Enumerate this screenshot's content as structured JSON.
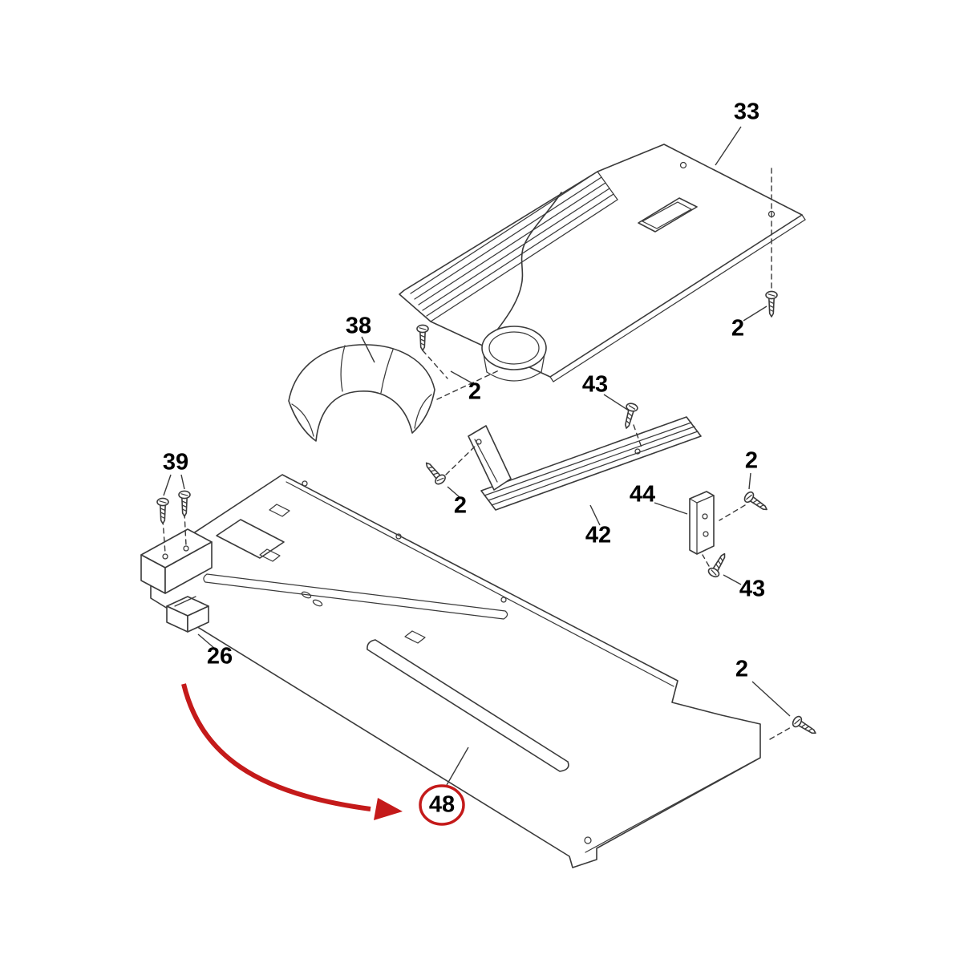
{
  "labels": [
    {
      "part": "33",
      "text": "33"
    },
    {
      "part": "2",
      "text": "2"
    },
    {
      "part": "38",
      "text": "38"
    },
    {
      "part": "2",
      "text": "2"
    },
    {
      "part": "43",
      "text": "43"
    },
    {
      "part": "2",
      "text": "2"
    },
    {
      "part": "42",
      "text": "42"
    },
    {
      "part": "44",
      "text": "44"
    },
    {
      "part": "2",
      "text": "2"
    },
    {
      "part": "43",
      "text": "43"
    },
    {
      "part": "39",
      "text": "39"
    },
    {
      "part": "26",
      "text": "26"
    },
    {
      "part": "2",
      "text": "2"
    },
    {
      "part": "48",
      "text": "48",
      "highlighted": true
    }
  ],
  "highlight": {
    "color": "#c41a1a",
    "circled_part": "48"
  },
  "style": {
    "line_color": "#3a3a3a",
    "background": "#ffffff",
    "label_color": "#000000"
  }
}
